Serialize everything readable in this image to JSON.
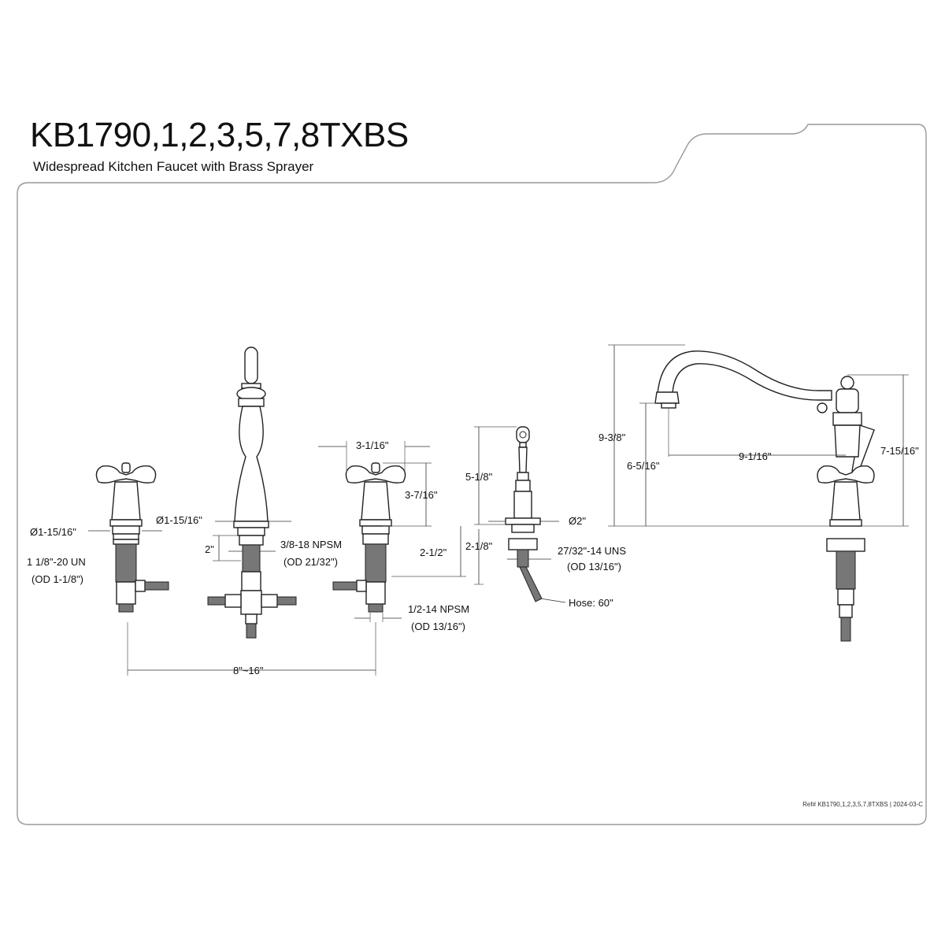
{
  "header": {
    "model": "KB1790,1,2,3,5,7,8TXBS",
    "description": "Widespread Kitchen Faucet with Brass Sprayer"
  },
  "footer": {
    "reference": "Ref# KB1790,1,2,3,5,7,8TXBS | 2024-03-C"
  },
  "dimensions": {
    "handle_diameter": "Ø1-15/16\"",
    "handle_thread": "1 1/8\"-20 UN",
    "handle_thread_od": "(OD 1-1/8\")",
    "spout_base_diameter": "Ø1-15/16\"",
    "spout_shank": "2\"",
    "spout_thread": "3/8-18 NPSM",
    "spout_thread_od": "(OD 21/32\")",
    "handle_width": "3-1/16\"",
    "handle_height": "3-7/16\"",
    "handle_shank": "2-1/2\"",
    "inlet_thread": "1/2-14 NPSM",
    "inlet_thread_od": "(OD 13/16\")",
    "spread": "8\"~16\"",
    "sprayer_height": "5-1/8\"",
    "sprayer_base": "Ø2\"",
    "sprayer_shank": "2-1/8\"",
    "sprayer_thread": "27/32\"-14 UNS",
    "sprayer_thread_od": "(OD 13/16\")",
    "hose": "Hose: 60\"",
    "spout_height": "9-3/8\"",
    "spout_clearance": "6-5/16\"",
    "spout_reach": "9-1/16\"",
    "side_height": "7-15/16\""
  },
  "colors": {
    "line": "#222222",
    "thread": "#777777",
    "frame": "#999999"
  }
}
